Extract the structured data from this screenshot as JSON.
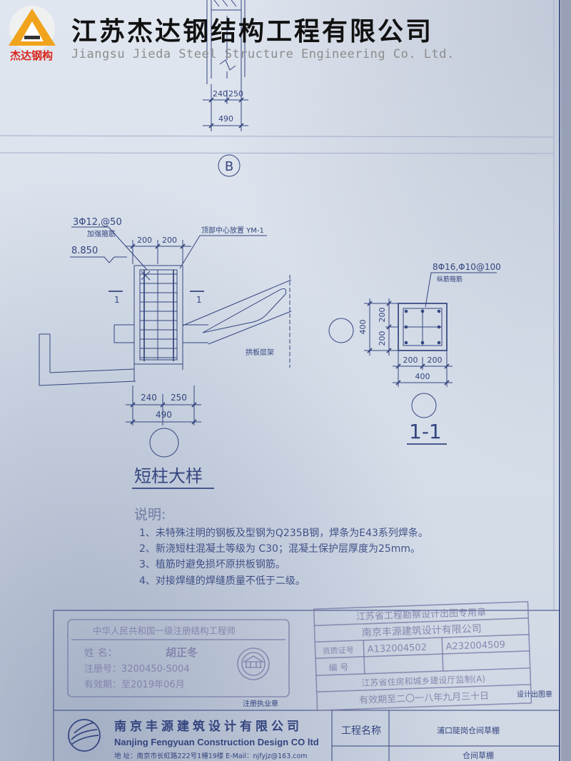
{
  "header": {
    "logo_caption": "杰达钢构",
    "company_cn": "江苏杰达钢结构工程有限公司",
    "company_en": "Jiangsu Jieda Steel Structure Engineering Co. Ltd."
  },
  "detail_b": {
    "dim_left": "240",
    "dim_right": "250",
    "dim_total": "490",
    "callout": "B"
  },
  "short_column": {
    "rebar_note": "3Φ12,@50",
    "rebar_note_sub": "加强箍筋",
    "elevation": "8.850",
    "top_dim_left": "200",
    "top_dim_right": "200",
    "embed_note": "顶部中心放置 YM-1",
    "section_mark_left": "1",
    "section_mark_right": "1",
    "arch_label": "拱板层架",
    "bottom_dim_left": "240",
    "bottom_dim_right": "250",
    "bottom_dim_total": "490",
    "title": "短柱大样"
  },
  "section_1_1": {
    "rebar_note": "8Φ16,Φ10@100",
    "rebar_note_sub": "纵筋箍筋",
    "v_dim_top": "200",
    "v_dim_bottom": "200",
    "v_dim_total": "400",
    "h_dim_left": "200",
    "h_dim_right": "200",
    "h_dim_total": "400",
    "title": "1-1"
  },
  "notes": {
    "heading": "说明:",
    "items": [
      "1、未特殊注明的钢板及型钢为Q235B钢，焊条为E43系列焊条。",
      "2、新浇短柱混凝土等级为 C30；混凝土保护层厚度为25mm。",
      "3、植筋时避免损坏原拱板钢筋。",
      "4、对接焊缝的焊缝质量不低于二级。"
    ]
  },
  "registration_stamp": {
    "header": "中华人民共和国一级注册结构工程师",
    "name_label": "姓 名：",
    "name": "胡正冬",
    "reg_no": "注册号：3200450-S004",
    "valid": "有效期：至2019年06月",
    "caption": "注册执业章"
  },
  "design_stamp": {
    "title": "江苏省工程勘察设计出图专用章",
    "unit": "南京丰源建筑设计有限公司",
    "cert_label": "资质证号",
    "cert_no_1": "A132004502",
    "cert_no_2": "A232004509",
    "number_label": "编 号",
    "supervisor": "江苏省住房和城乡建设厅监制(A)",
    "validity": "有效期至二〇一八年九月三十日",
    "caption": "设计出图章"
  },
  "title_block": {
    "company_cn": "南京丰源建筑设计有限公司",
    "company_en": "Nanjing Fengyuan Construction Design CO ltd",
    "address": "地 址：南京市长虹路222号1幢19楼 E-Mail：njfyjz@163.com",
    "project_label": "工程名称",
    "project_name": "浦口陡岗仓间草棚",
    "sub_project_name": "仓间草棚"
  },
  "icons": {
    "header_logo": "jieda-logo-icon",
    "stamp_emblem": "registration-emblem-icon",
    "title_logo": "fengyuan-logo-icon"
  },
  "colors": {
    "ink": "#34457f",
    "paper": "#d7dfea",
    "logo_red": "#d9261c",
    "logo_orange": "#f0a31c",
    "stamp": "#7b7ba6",
    "note_gray": "#6f789f",
    "watermark_gray": "#8c8c8c"
  }
}
